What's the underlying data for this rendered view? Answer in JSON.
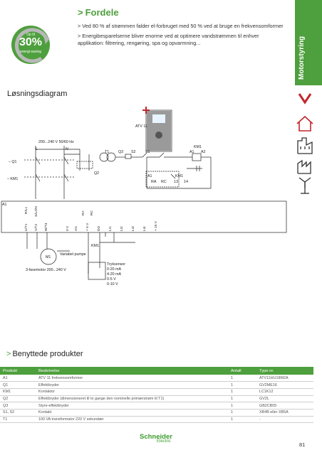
{
  "badge": {
    "line1": "Op til",
    "percent": "30%",
    "line2": "energi-saving"
  },
  "header": {
    "title": "Fordele",
    "bullets": [
      "> Ved 80 % af strømmen falder el-forbruget med 50 % ved at bruge en frekvensomformer",
      "> Energibesparelserne bliver enorme ved at optimere vandstrømmen til enhver applikation: filtrering, rengøring, spa og opvarmning..."
    ]
  },
  "sidebar": {
    "label": "Motorstyring"
  },
  "diagram": {
    "title": "Løsningsdiagram",
    "labels": {
      "atv": "ATV 11",
      "supply": "200...240 V 50/60 Hz",
      "l": "L",
      "n": "N",
      "q1": "– Q1",
      "km1_left": "– KM1",
      "q2": "Q2",
      "t1": "T1",
      "q3": "Q3",
      "s2": "S2",
      "s1": "S1",
      "km1_top": "KM1",
      "a1": "A1",
      "a2": "A2",
      "a1_small": "A1",
      "ra": "RA",
      "rc": "RC",
      "km1_mid": "KM1",
      "n13": "13",
      "n14": "14",
      "a1_box": "A1",
      "terminals": [
        "R/L1",
        "S/L2/N"
      ],
      "terminals2": [
        "RA",
        "RC"
      ],
      "bottom_terms": [
        "U/T1",
        "V/T2",
        "W/T3",
        "0 V",
        "AI1",
        "+ 5 V",
        "DO",
        "LI1",
        "LI2",
        "LI3",
        "LI4",
        "+ 15 V"
      ],
      "km1_bottom": "KM1",
      "m1": "M1",
      "motor_desc": "3-fasemotor 200...240 V",
      "pump": "Variabel pumpe",
      "sensor": [
        "Tryksensor",
        "0-20 mA",
        "4-20 mA",
        "0-5 V",
        "0-10 V"
      ]
    }
  },
  "products": {
    "title": "Benyttede produkter",
    "headers": [
      "Produkt",
      "Beskrivelse",
      "Antall",
      "Type nr."
    ],
    "rows": [
      [
        "A1",
        "ATV 11 frekvensomformer",
        "1",
        "ATV11HU18M2A"
      ],
      [
        "Q1",
        "Effektbryder",
        "1",
        "GV2ME16"
      ],
      [
        "KM1",
        "Kontaktor",
        "1",
        "LC1K12"
      ],
      [
        "Q2",
        "Effektbryder (dimensioneret til to gange den nominelle primærstrøm til T1)",
        "1",
        "GV2L"
      ],
      [
        "Q3",
        "Styre-effektbryder",
        "1",
        "GB2CB05"
      ],
      [
        "S1, S2",
        "Kontakt",
        "1",
        "XB4B eller XB5A"
      ],
      [
        "T1",
        "100 VA transformator 220 V sekundær",
        "1",
        "-"
      ]
    ]
  },
  "footer": {
    "brand": "Schneider",
    "brand_sub": "Electric",
    "page": "81"
  },
  "colors": {
    "accent": "#4e9f3d",
    "red": "#c0272d"
  },
  "icons": [
    "house-icon",
    "factory-icon",
    "industry-icon",
    "wind-turbine-icon",
    "chevron-down-icon"
  ]
}
